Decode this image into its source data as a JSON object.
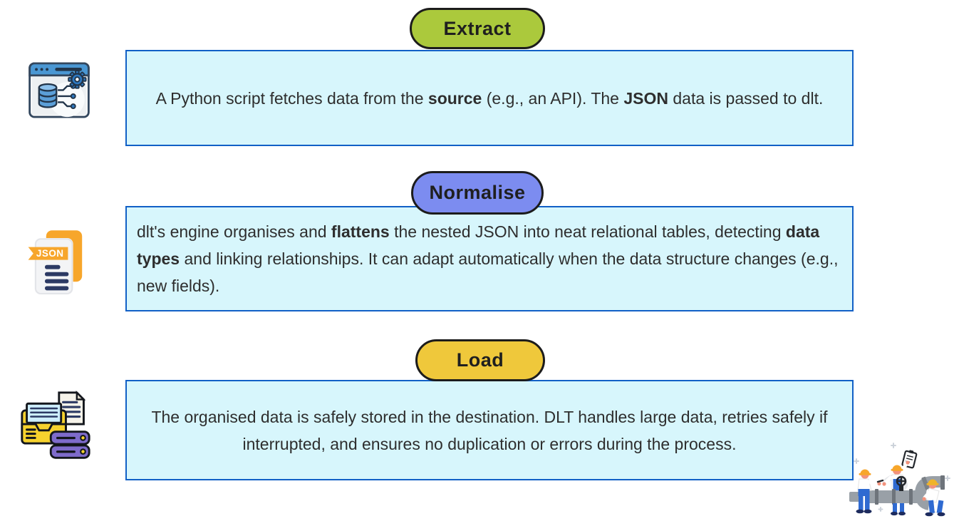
{
  "colors": {
    "background": "#ffffff",
    "box_fill": "#d7f6fc",
    "box_border": "#1160c6",
    "badge_border": "#1c1c1c",
    "body_text": "#2e2e2e",
    "extract_badge": "#abc93c",
    "normalise_badge": "#7c8cf0",
    "load_badge": "#efc83b"
  },
  "sections": [
    {
      "id": "extract",
      "badge": {
        "label": "Extract",
        "color": "#abc93c"
      },
      "icon": "database-window-icon",
      "segments": [
        {
          "text": "A Python script fetches data from the ",
          "bold": false
        },
        {
          "text": "source",
          "bold": true
        },
        {
          "text": " (e.g., an API). The ",
          "bold": false
        },
        {
          "text": "JSON",
          "bold": true
        },
        {
          "text": " data is passed to dlt.",
          "bold": false
        }
      ]
    },
    {
      "id": "normalise",
      "badge": {
        "label": "Normalise",
        "color": "#7c8cf0"
      },
      "icon": "json-document-icon",
      "segments": [
        {
          "text": "dlt's engine organises and ",
          "bold": false
        },
        {
          "text": "flattens",
          "bold": true
        },
        {
          "text": " the nested JSON into neat relational tables, detecting ",
          "bold": false
        },
        {
          "text": "data types",
          "bold": true
        },
        {
          "text": " and linking relationships. It can adapt automatically when the data structure changes (e.g., new fields).",
          "bold": false
        }
      ]
    },
    {
      "id": "load",
      "badge": {
        "label": "Load",
        "color": "#efc83b"
      },
      "icon": "folder-documents-server-icon",
      "segments": [
        {
          "text": "The organised data is safely stored in the destination. DLT handles large data, retries safely if interrupted, and ensures no duplication or errors during the process.",
          "bold": false
        }
      ]
    }
  ],
  "icons": {
    "json_label": "JSON"
  },
  "illustration": {
    "name": "workers-assembling-pipeline"
  }
}
